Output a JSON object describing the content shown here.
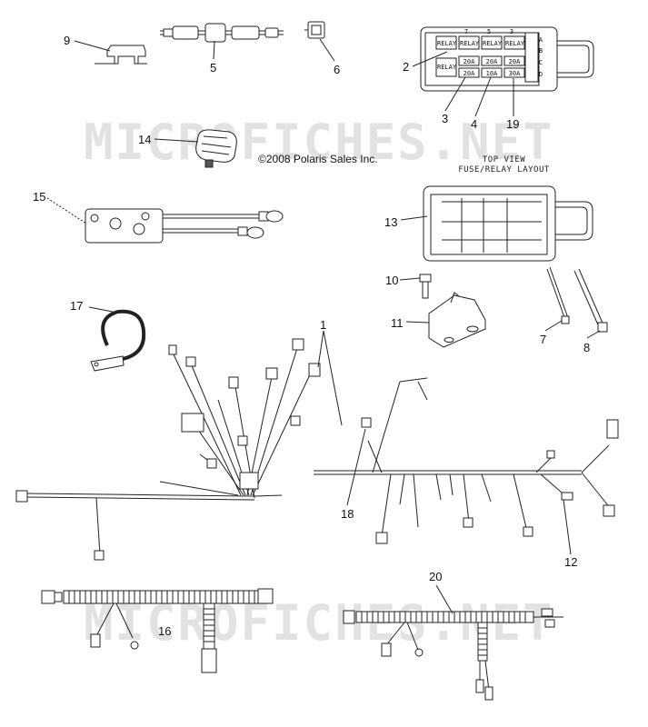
{
  "watermark": {
    "text": "MICROFICHES.NET"
  },
  "copyright": "©2008 Polaris Sales Inc.",
  "top_view": {
    "line1": "TOP VIEW",
    "line2": "FUSE/RELAY LAYOUT"
  },
  "fuse_box": {
    "relay_labels": [
      "RELAY",
      "RELAY",
      "RELAY",
      "RELAY",
      "RELAY"
    ],
    "fuse_ratings": [
      "20A",
      "20A",
      "20A",
      "20A",
      "10A",
      "30A"
    ],
    "top_numbers": [
      "7",
      "5",
      "3"
    ],
    "side_letters": [
      "A",
      "B",
      "C",
      "D"
    ]
  },
  "callouts": {
    "c1": "1",
    "c2": "2",
    "c3": "3",
    "c4": "4",
    "c5": "5",
    "c6": "6",
    "c7": "7",
    "c8": "8",
    "c9": "9",
    "c10": "10",
    "c11": "11",
    "c12": "12",
    "c13": "13",
    "c14": "14",
    "c15": "15",
    "c16": "16",
    "c17": "17",
    "c18": "18",
    "c19": "19",
    "c20": "20"
  }
}
